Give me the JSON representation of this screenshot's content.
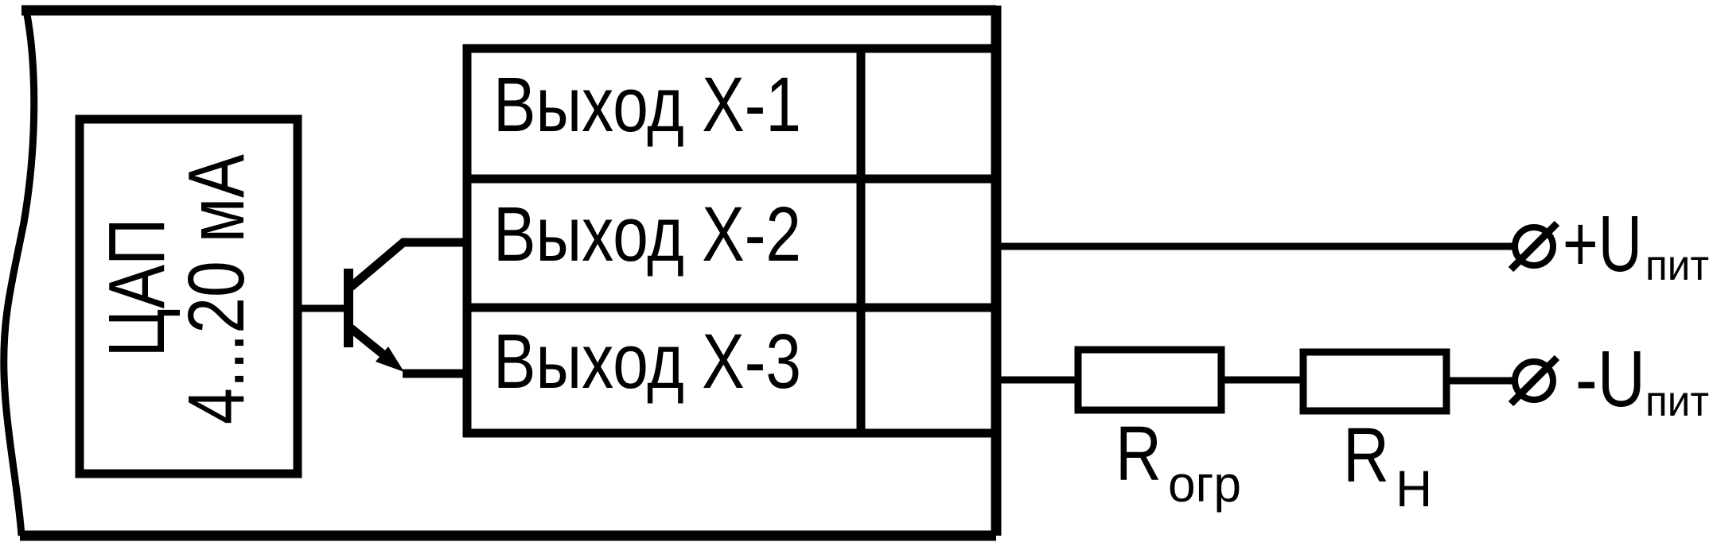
{
  "diagram": {
    "device": {
      "dac_block": {
        "name": "ЦАП",
        "range": "4...20 мА"
      },
      "outputs": [
        {
          "label": "Выход Х-1"
        },
        {
          "label": "Выход Х-2"
        },
        {
          "label": "Выход Х-3"
        }
      ]
    },
    "external": {
      "resistors": [
        {
          "symbol": "R",
          "subscript": "огр"
        },
        {
          "symbol": "R",
          "subscript": "Н"
        }
      ],
      "supply_terminals": [
        {
          "label": "+U",
          "subscript": "пит"
        },
        {
          "label": "-U",
          "subscript": "пит"
        }
      ]
    },
    "colors": {
      "line": "#000000",
      "background": "#ffffff"
    }
  }
}
